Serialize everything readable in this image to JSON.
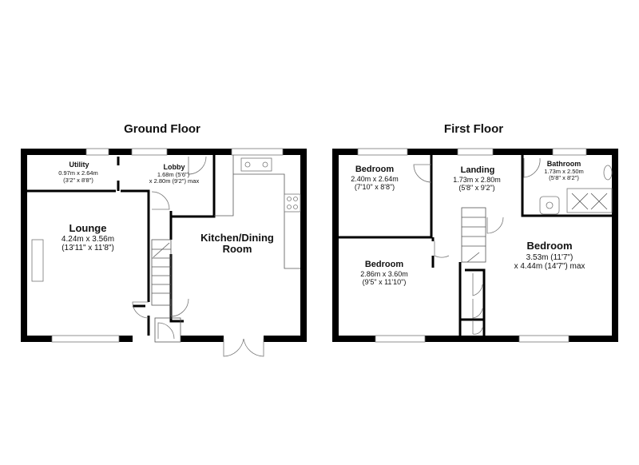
{
  "ground_floor": {
    "title": "Ground Floor",
    "utility": {
      "name": "Utility",
      "dim_metric": "0.97m x 2.64m",
      "dim_imperial": "(3'2\" x 8'8\")"
    },
    "lobby": {
      "name": "Lobby",
      "dim_line1": "1.68m (5'6\")",
      "dim_line2": "x 2.80m (9'2\") max"
    },
    "lounge": {
      "name": "Lounge",
      "dim_metric": "4.24m x 3.56m",
      "dim_imperial": "(13'11\" x 11'8\")"
    },
    "kitchen": {
      "name_line1": "Kitchen/Dining",
      "name_line2": "Room"
    }
  },
  "first_floor": {
    "title": "First Floor",
    "bedroom_nw": {
      "name": "Bedroom",
      "dim_metric": "2.40m x 2.64m",
      "dim_imperial": "(7'10\" x 8'8\")"
    },
    "landing": {
      "name": "Landing",
      "dim_metric": "1.73m x 2.80m",
      "dim_imperial": "(5'8\" x 9'2\")"
    },
    "bathroom": {
      "name": "Bathroom",
      "dim_metric": "1.73m x 2.50m",
      "dim_imperial": "(5'8\" x 8'2\")"
    },
    "bedroom_sw": {
      "name": "Bedroom",
      "dim_metric": "2.86m x 3.60m",
      "dim_imperial": "(9'5\" x 11'10\")"
    },
    "bedroom_e": {
      "name": "Bedroom",
      "dim_line1": "3.53m (11'7\")",
      "dim_line2": "x 4.44m (14'7\") max"
    }
  }
}
